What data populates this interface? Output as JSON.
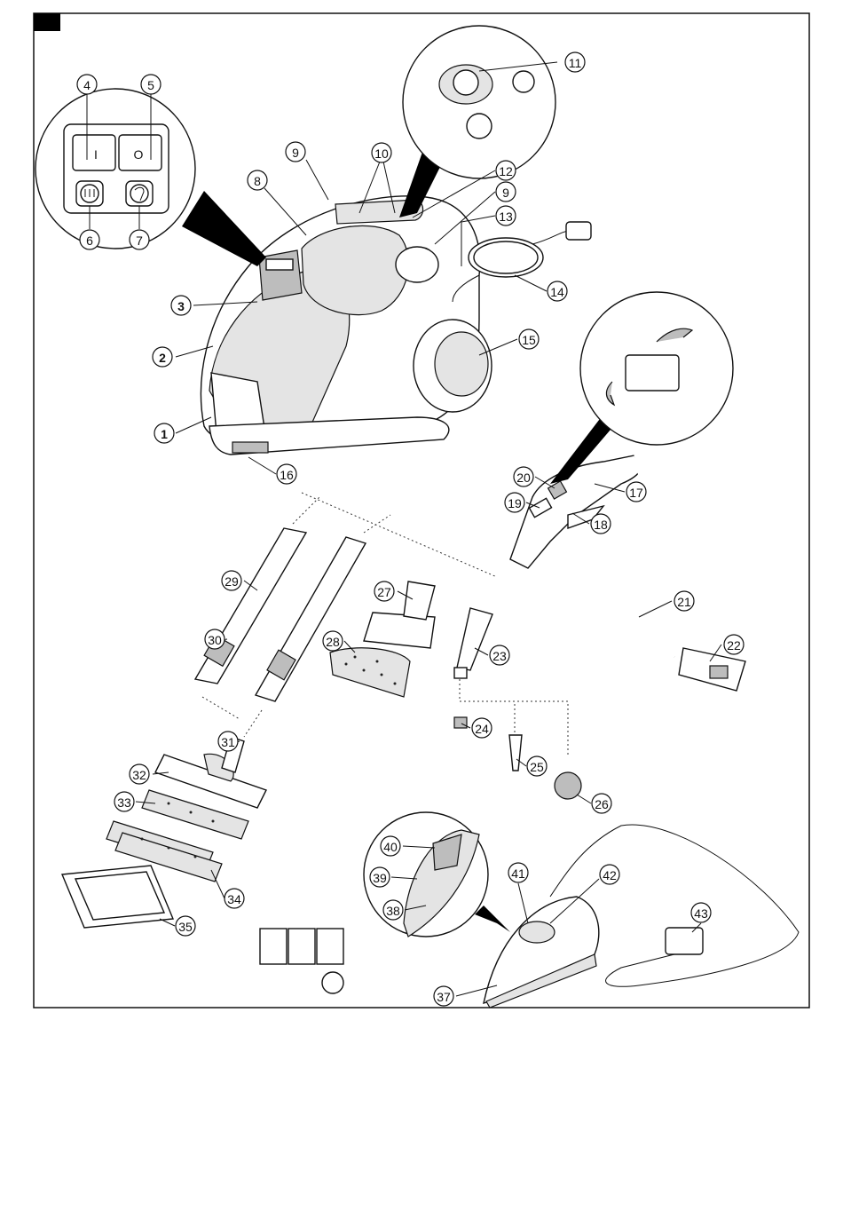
{
  "labels": [
    {
      "id": "1",
      "text": "1",
      "bold": true
    },
    {
      "id": "2",
      "text": "2",
      "bold": true
    },
    {
      "id": "3",
      "text": "3",
      "bold": true
    },
    {
      "id": "4",
      "text": "4"
    },
    {
      "id": "5",
      "text": "5"
    },
    {
      "id": "6",
      "text": "6"
    },
    {
      "id": "7",
      "text": "7"
    },
    {
      "id": "8",
      "text": "8"
    },
    {
      "id": "9a",
      "text": "9"
    },
    {
      "id": "9b",
      "text": "9"
    },
    {
      "id": "10",
      "text": "10"
    },
    {
      "id": "11",
      "text": "11"
    },
    {
      "id": "12",
      "text": "12"
    },
    {
      "id": "13",
      "text": "13"
    },
    {
      "id": "14",
      "text": "14"
    },
    {
      "id": "15",
      "text": "15"
    },
    {
      "id": "16",
      "text": "16"
    },
    {
      "id": "17",
      "text": "17"
    },
    {
      "id": "18",
      "text": "18"
    },
    {
      "id": "19",
      "text": "19"
    },
    {
      "id": "20",
      "text": "20"
    },
    {
      "id": "21",
      "text": "21"
    },
    {
      "id": "22",
      "text": "22"
    },
    {
      "id": "23",
      "text": "23"
    },
    {
      "id": "24",
      "text": "24"
    },
    {
      "id": "25",
      "text": "25"
    },
    {
      "id": "26",
      "text": "26"
    },
    {
      "id": "27",
      "text": "27"
    },
    {
      "id": "28",
      "text": "28"
    },
    {
      "id": "29",
      "text": "29"
    },
    {
      "id": "30",
      "text": "30"
    },
    {
      "id": "31",
      "text": "31"
    },
    {
      "id": "32",
      "text": "32"
    },
    {
      "id": "33",
      "text": "33"
    },
    {
      "id": "34",
      "text": "34"
    },
    {
      "id": "35",
      "text": "35"
    },
    {
      "id": "37",
      "text": "37"
    },
    {
      "id": "38",
      "text": "38"
    },
    {
      "id": "39",
      "text": "39"
    },
    {
      "id": "40",
      "text": "40"
    },
    {
      "id": "41",
      "text": "41"
    },
    {
      "id": "42",
      "text": "42"
    },
    {
      "id": "43",
      "text": "43"
    }
  ],
  "switch_panel": {
    "on_symbol": "I",
    "off_symbol": "O"
  },
  "icons": [
    "heating-icon",
    "steam-icon",
    "hand-steam-icon",
    "ironing-icon"
  ],
  "colors": {
    "line": "#111111",
    "fill": "#ffffff",
    "shade": "#e4e4e4",
    "dark": "#bdbdbd",
    "corner_tab": "#000000"
  }
}
